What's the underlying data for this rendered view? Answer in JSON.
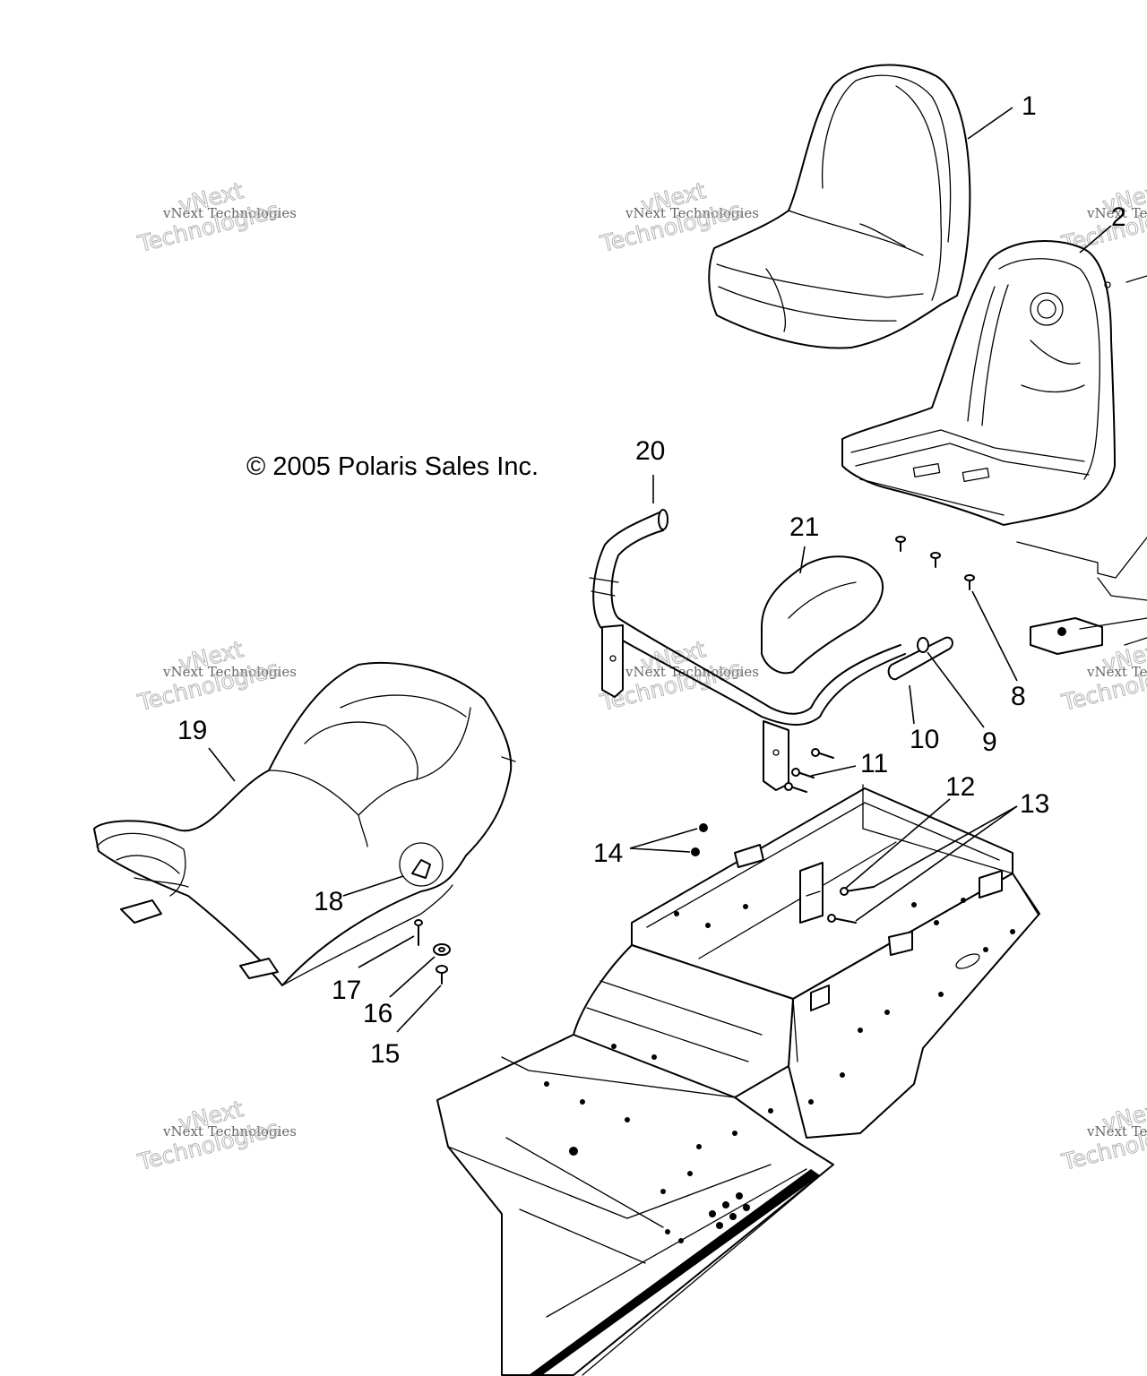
{
  "copyright": "© 2005 Polaris Sales Inc.",
  "watermark": {
    "small": "vNext Technologies",
    "big_top": "vNext",
    "big_bottom": "Technologies"
  },
  "callouts": [
    "1",
    "2",
    "8",
    "9",
    "10",
    "11",
    "12",
    "13",
    "14",
    "15",
    "16",
    "17",
    "18",
    "19",
    "20",
    "21"
  ],
  "colors": {
    "line": "#000000",
    "background": "#ffffff",
    "watermark": "#b4b4b4"
  }
}
